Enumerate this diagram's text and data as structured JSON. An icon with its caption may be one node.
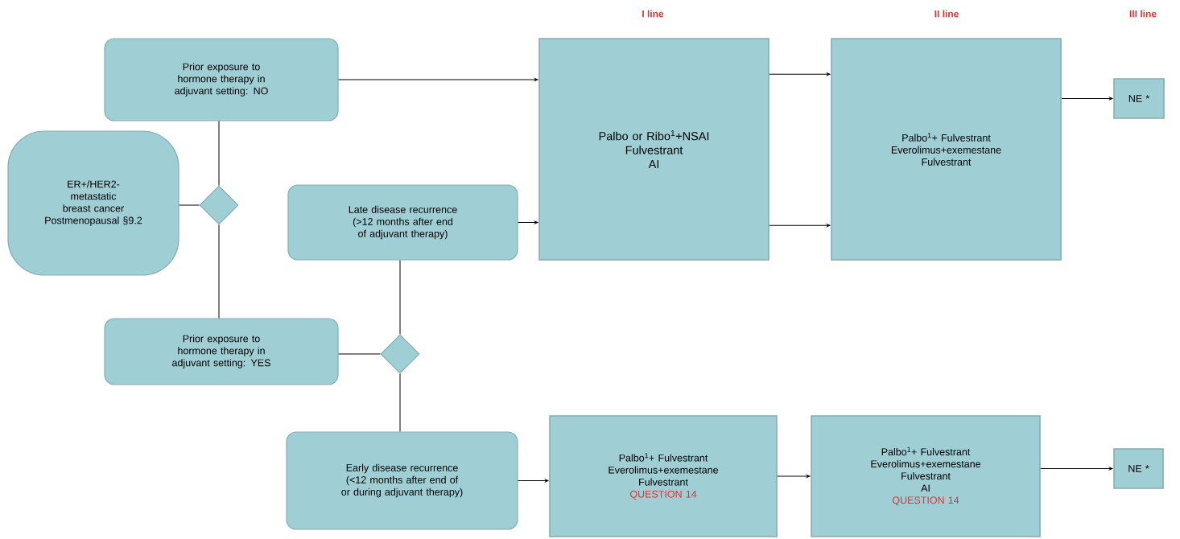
{
  "diagram": {
    "nodes": [
      {
        "text": [
          "Prior exposure to hormone therapy in adjuvant setting: NO"
        ]
      },
      {
        "text": [
          "ER+/HER2- metastatic breast cancer Postmenopausal §9.2"
        ]
      },
      {
        "text": [],
        "shape": "diamond"
      },
      {
        "text": [
          "Late disease recurrence (>12 months after end of adjuvant therapy)"
        ]
      },
      {
        "text": [
          "Palbo or Ribo$^{1}$+NSAI",
          "Fulvestrant",
          "AI"
        ]
      },
      {
        "text": [
          "Palbo$^{1}$+ Fulvestrant",
          "Everolimus+exemestane",
          "Fulvestrant"
        ]
      },
      {
        "text": [
          "NE *"
        ]
      },
      {
        "text": [
          "Prior exposure to hormone therapy in adjuvant setting: YES"
        ]
      },
      {
        "text": [],
        "shape": "diamond"
      },
      {
        "text": [
          "Early disease recurrence (<12 months after end of or during adjuvant therapy)"
        ]
      },
      {
        "text": [
          "Palbo$^{1}$+ Fulvestrant",
          "Everolimus+exemestane",
          "Fulvestrant",
          "QUESTION 14"
        ]
      },
      {
        "text": [
          "Palbo$^{1}$+ Fulvestrant",
          "Everolimus+exemestane",
          "Fulvestrant",
          "AI",
          "QUESTION 14"
        ]
      },
      {
        "text": [
          "NE *"
        ]
      }
    ],
    "edges": [
      {
        "from": 0,
        "to": 4,
        "arrow": "to"
      },
      {
        "from": 1,
        "to": 2,
        "arrow": "none"
      },
      {
        "from": 2,
        "to": 0,
        "arrow": "none"
      },
      {
        "from": 2,
        "to": 7,
        "arrow": "none"
      },
      {
        "from": 3,
        "to": 4,
        "arrow": "to"
      },
      {
        "from": 4,
        "to": 5,
        "arrow": "to"
      },
      {
        "from": 4,
        "to": 5,
        "arrow": "to"
      },
      {
        "from": 5,
        "to": 6,
        "arrow": "to"
      },
      {
        "from": 7,
        "to": 8,
        "arrow": "none"
      },
      {
        "from": 8,
        "to": 3,
        "arrow": "none"
      },
      {
        "from": 8,
        "to": 9,
        "arrow": "none"
      },
      {
        "from": 9,
        "to": 10,
        "arrow": "to"
      },
      {
        "from": 10,
        "to": 11,
        "arrow": "to"
      },
      {
        "from": 11,
        "to": 12,
        "arrow": "to"
      }
    ],
    "labels": [
      "I line",
      "II line",
      "III line"
    ]
  }
}
